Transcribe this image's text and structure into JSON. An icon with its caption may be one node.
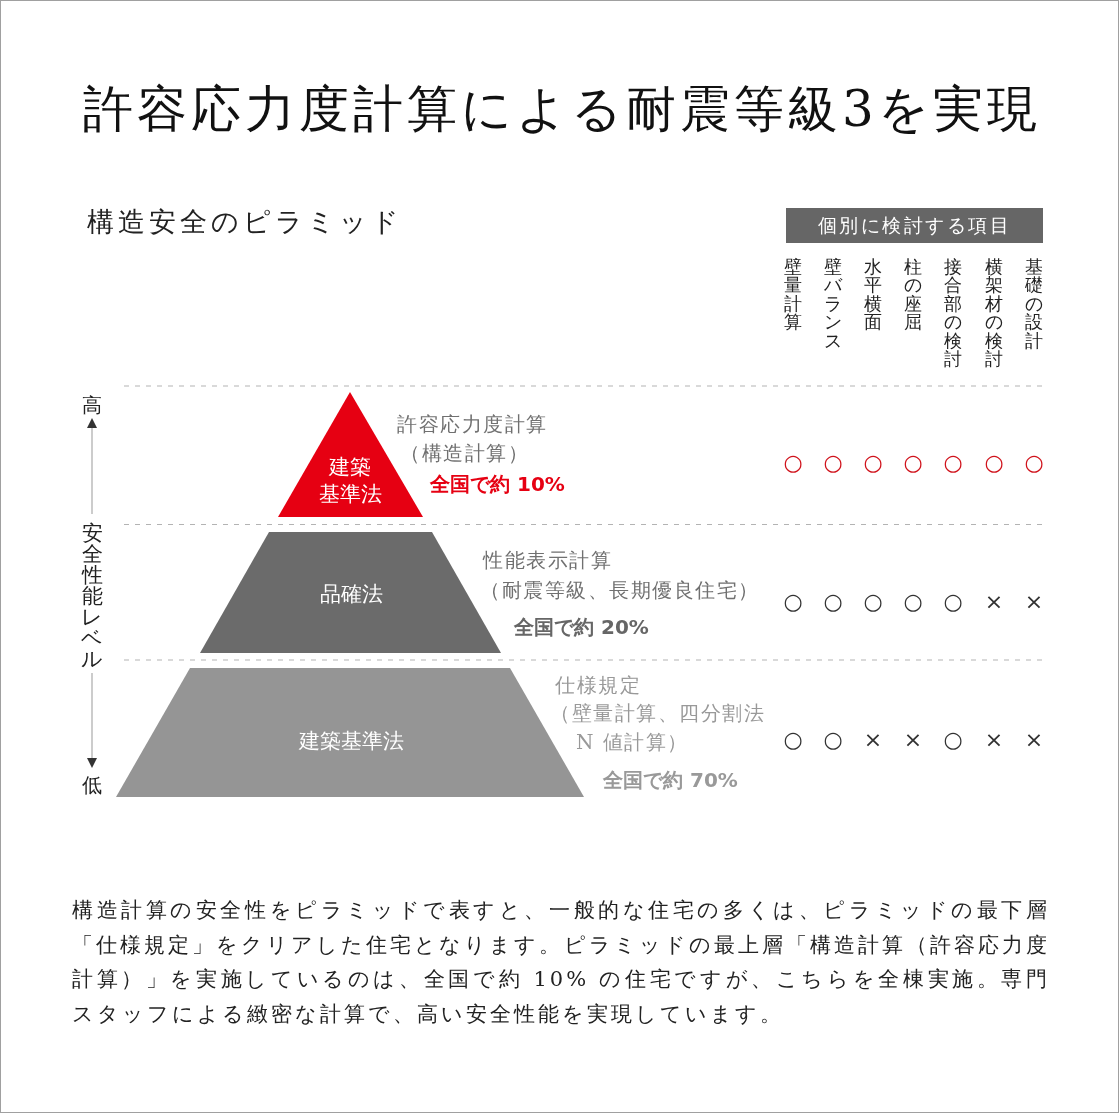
{
  "diagram": {
    "title": "許容応力度計算による耐震等級3を実現",
    "caption": "構造計算の安全性をピラミッドで表すと、一般的な住宅の多くは、ピラミッドの最下層「仕様規定」をクリアした住宅となります。ピラミッドの最上層「構造計算（許容応力度計算）」を実施しているのは、全国で約 10% の住宅ですが、こちらを全棟実施。専門スタッフによる緻密な計算で、高い安全性能を実現しています。",
    "nodes": [
      {
        "text": [
          "個別に検討する項目"
        ]
      },
      {
        "text": [
          "建築基準法"
        ],
        "beside": [
          "許容応力度計算",
          "（構造計算）",
          "全国で約 10%"
        ]
      },
      {
        "text": [
          "品確法"
        ],
        "beside": [
          "性能表示計算",
          "（耐震等級、長期優良住宅）",
          "全国で約 20%"
        ]
      },
      {
        "text": [
          "建築基準法"
        ],
        "beside": [
          "仕様規定",
          "（壁量計算、四分割法 N 値計算）",
          "全国で約 70%"
        ]
      }
    ],
    "labels": [
      "構造安全のピラミッド",
      "壁量計算",
      "壁バランス",
      "水平横面",
      "柱の座屈",
      "接合部の検討",
      "横架材の検討",
      "基礎の設計",
      "高",
      "安全性能レベル",
      "低",
      "○",
      "○",
      "○",
      "○",
      "○",
      "○",
      "○",
      "○",
      "○",
      "○",
      "○",
      "○",
      "×",
      "×",
      "○",
      "○",
      "×",
      "×",
      "○",
      "×",
      "×"
    ]
  }
}
